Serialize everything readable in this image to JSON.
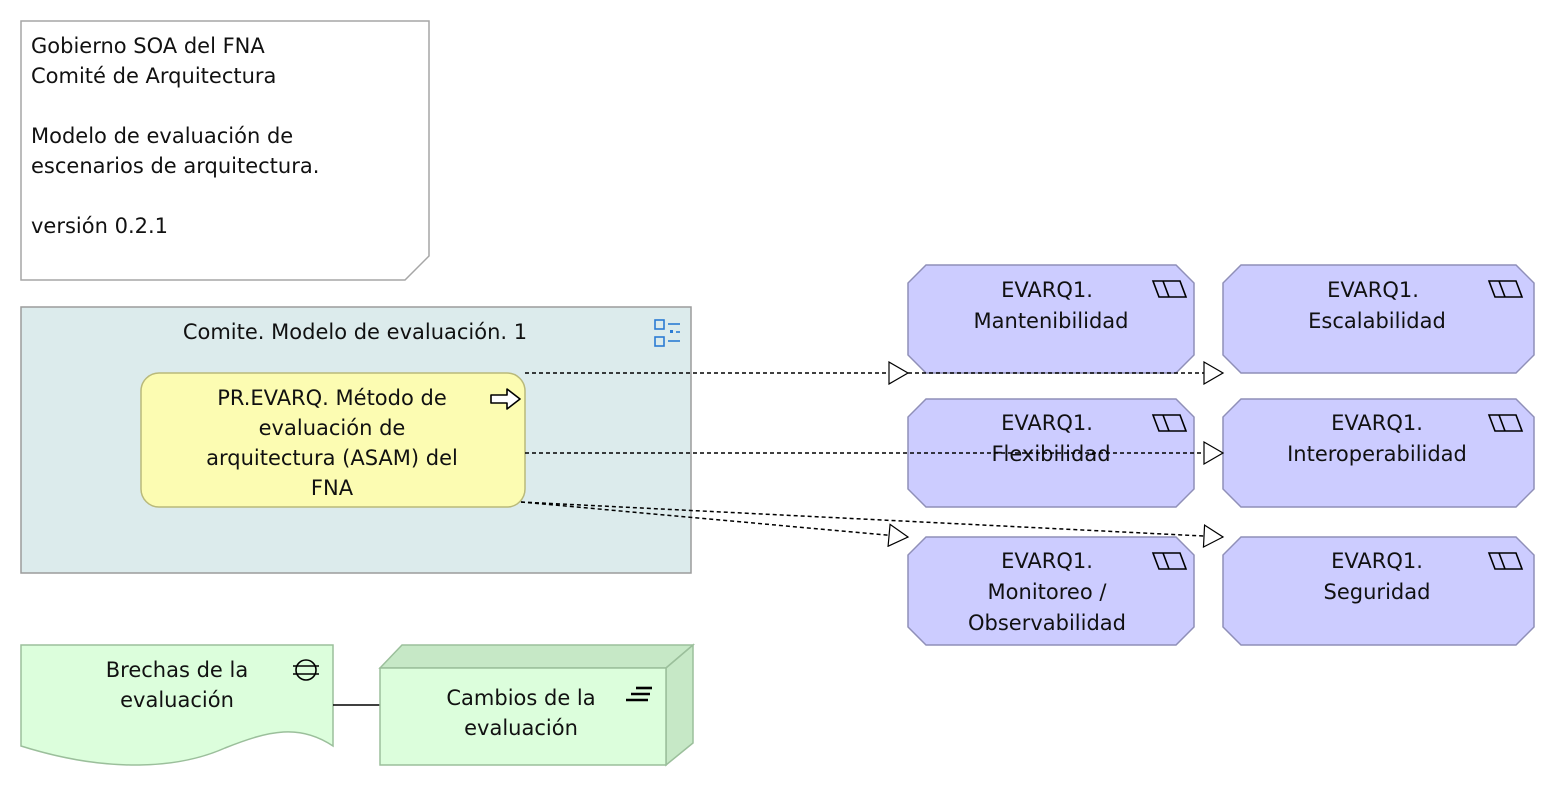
{
  "note": {
    "lines": [
      "Gobierno SOA del FNA",
      "Comité de Arquitectura",
      "",
      "Modelo de evaluación de",
      "escenarios de arquitectura.",
      "",
      "versión 0.2.1"
    ]
  },
  "group": {
    "title": "Comite. Modelo de evaluación. 1"
  },
  "process": {
    "lines": [
      "PR.EVARQ. Método de",
      "evaluación de",
      "arquitectura (ASAM) del",
      "FNA"
    ]
  },
  "requirements": [
    {
      "lines": [
        "EVARQ1.",
        "Mantenibilidad"
      ]
    },
    {
      "lines": [
        "EVARQ1.",
        "Escalabilidad"
      ]
    },
    {
      "lines": [
        "EVARQ1.",
        "Flexibilidad"
      ]
    },
    {
      "lines": [
        "EVARQ1.",
        "Interoperabilidad"
      ]
    },
    {
      "lines": [
        "EVARQ1.",
        "Monitoreo /",
        "Observabilidad"
      ]
    },
    {
      "lines": [
        "EVARQ1.",
        "Seguridad"
      ]
    }
  ],
  "deliverable": {
    "lines": [
      "Brechas de la",
      "evaluación"
    ]
  },
  "work_package": {
    "lines": [
      "Cambios de la",
      "evaluación"
    ]
  },
  "colors": {
    "group_fill": "#dcebec",
    "process_fill": "#fcfcb2",
    "requirement_fill": "#ccccff",
    "green_fill": "#dcfedc",
    "green_dark": "#c6e8c6"
  },
  "icons": {
    "group": "grouping-icon",
    "process": "process-arrow-icon",
    "requirement": "requirement-parallelogram-icon",
    "deliverable": "deliverable-icon",
    "work_package": "work-package-icon"
  }
}
